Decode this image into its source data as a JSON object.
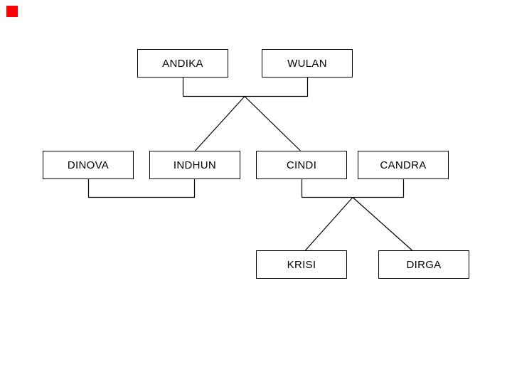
{
  "canvas": {
    "background": "#ffffff"
  },
  "marker": {
    "name": "red-square",
    "color": "#ff0000"
  },
  "diagram": {
    "type": "family-tree",
    "style": {
      "box_fill": "#ffffff",
      "box_border": "#000000",
      "line_color": "#000000",
      "text_color": "#000000"
    },
    "nodes": [
      {
        "id": "andika",
        "label": "ANDIKA"
      },
      {
        "id": "wulan",
        "label": "WULAN"
      },
      {
        "id": "dinova",
        "label": "DINOVA"
      },
      {
        "id": "indhun",
        "label": "INDHUN"
      },
      {
        "id": "cindi",
        "label": "CINDI"
      },
      {
        "id": "candra",
        "label": "CANDRA"
      },
      {
        "id": "krisi",
        "label": "KRISI"
      },
      {
        "id": "dirga",
        "label": "DIRGA"
      }
    ],
    "relationships": {
      "couples": [
        [
          "ANDIKA",
          "WULAN"
        ],
        [
          "DINOVA",
          "INDHUN"
        ],
        [
          "CINDI",
          "CANDRA"
        ]
      ],
      "parent_child": [
        {
          "parents": [
            "ANDIKA",
            "WULAN"
          ],
          "children": [
            "INDHUN",
            "CINDI"
          ]
        },
        {
          "parents": [
            "CINDI",
            "CANDRA"
          ],
          "children": [
            "KRISI",
            "DIRGA"
          ]
        }
      ]
    }
  }
}
